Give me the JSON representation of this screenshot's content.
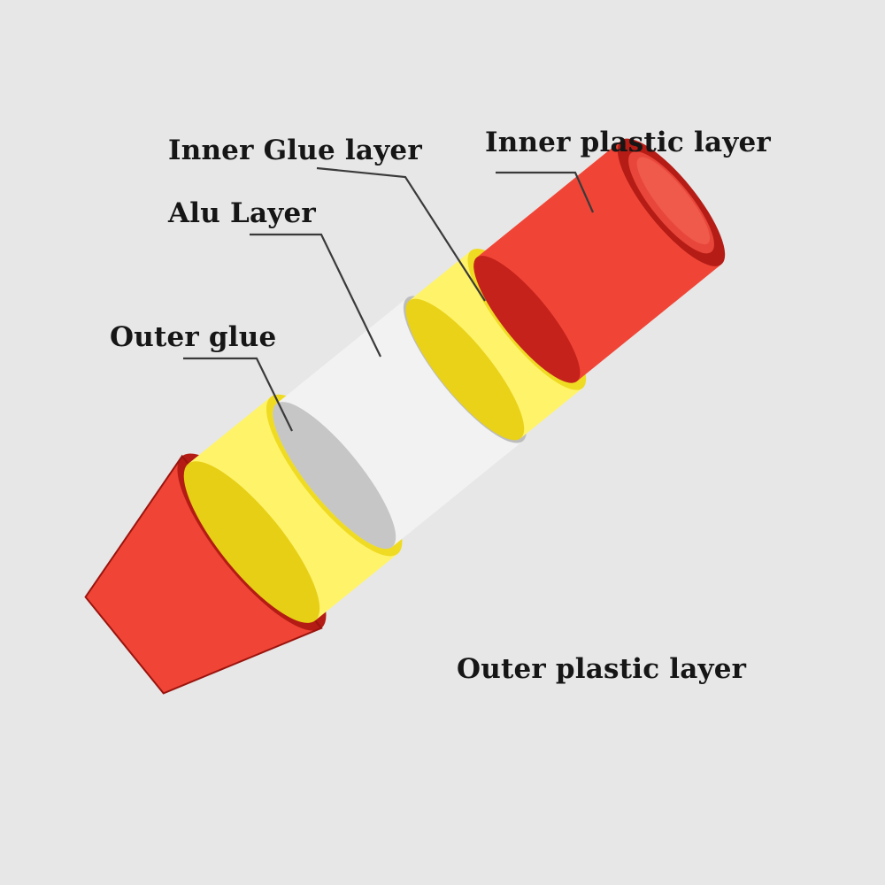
{
  "labels": {
    "inner_glue": "Inner Glue layer",
    "inner_plastic": "Inner plastic  layer",
    "alu": "Alu Layer",
    "outer_glue": "Outer glue",
    "outer_plastic": "Outer plastic layer"
  },
  "colors": {
    "background": "#e7e7e7",
    "plastic_red": "#c8241e",
    "glue_yellow": "#f1dc18",
    "alu_gray": "#b5b5b5",
    "label_text": "#161616"
  }
}
